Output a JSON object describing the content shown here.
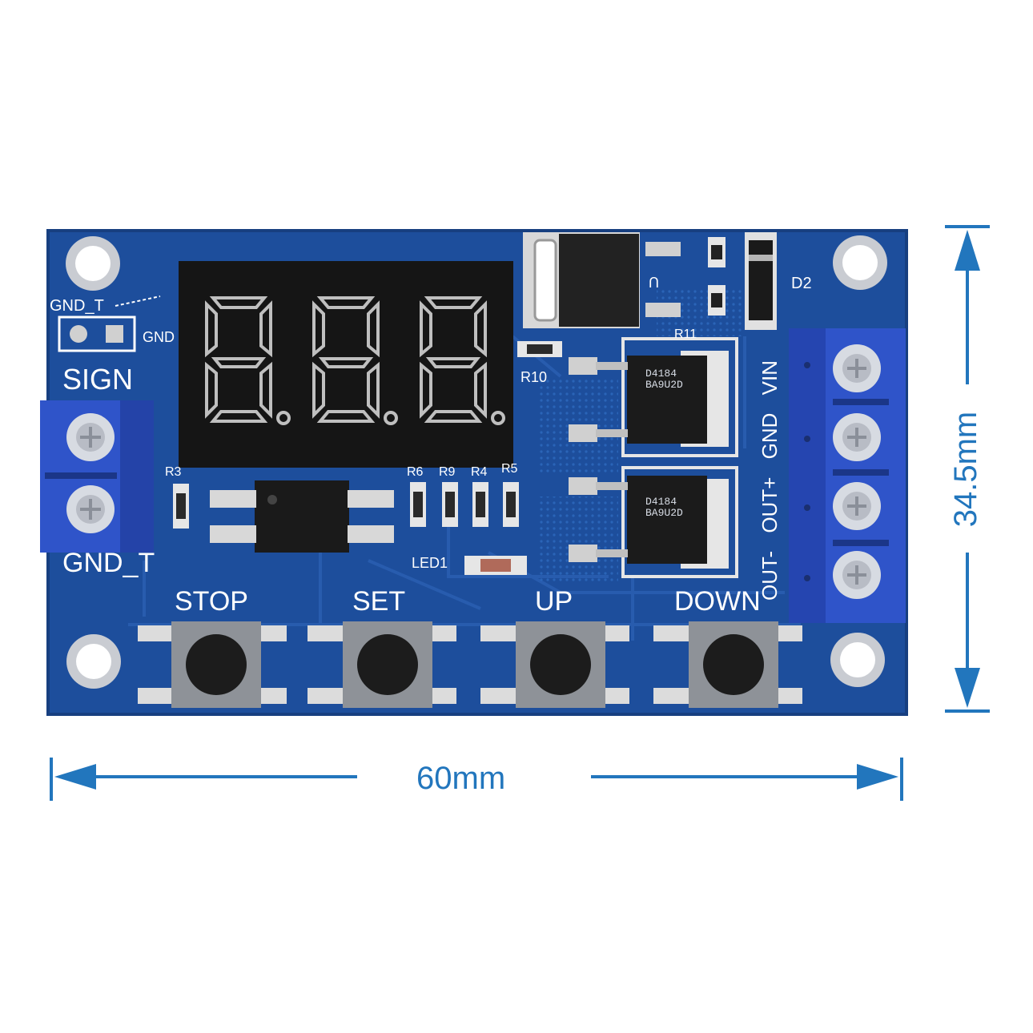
{
  "board": {
    "display_digits": "8.8.8.",
    "labels": {
      "gnd_t_top": "GND_T",
      "gnd_side": "GND",
      "sign": "SIGN",
      "gnd_t_bottom": "GND_T",
      "r3": "R3",
      "r6": "R6",
      "r9": "R9",
      "r4": "R4",
      "r5": "R5",
      "r10": "R10",
      "r11": "R11",
      "d2": "D2",
      "u": "U",
      "led1": "LED1"
    },
    "output_terminal_labels": [
      "OUT-",
      "OUT+",
      "GND",
      "VIN"
    ],
    "buttons": [
      {
        "label": "STOP"
      },
      {
        "label": "SET"
      },
      {
        "label": "UP"
      },
      {
        "label": "DOWN"
      }
    ],
    "mosfet_marking_line1": "D4184",
    "mosfet_marking_line2": "BA9U2D"
  },
  "dimensions": {
    "width_label": "60mm",
    "height_label": "34.5mm"
  },
  "colors": {
    "pcb": "#1d4e9c",
    "terminal_block": "#2f54c9",
    "dimension_line": "#2276bd",
    "display_segment": "#bfbfbf"
  }
}
